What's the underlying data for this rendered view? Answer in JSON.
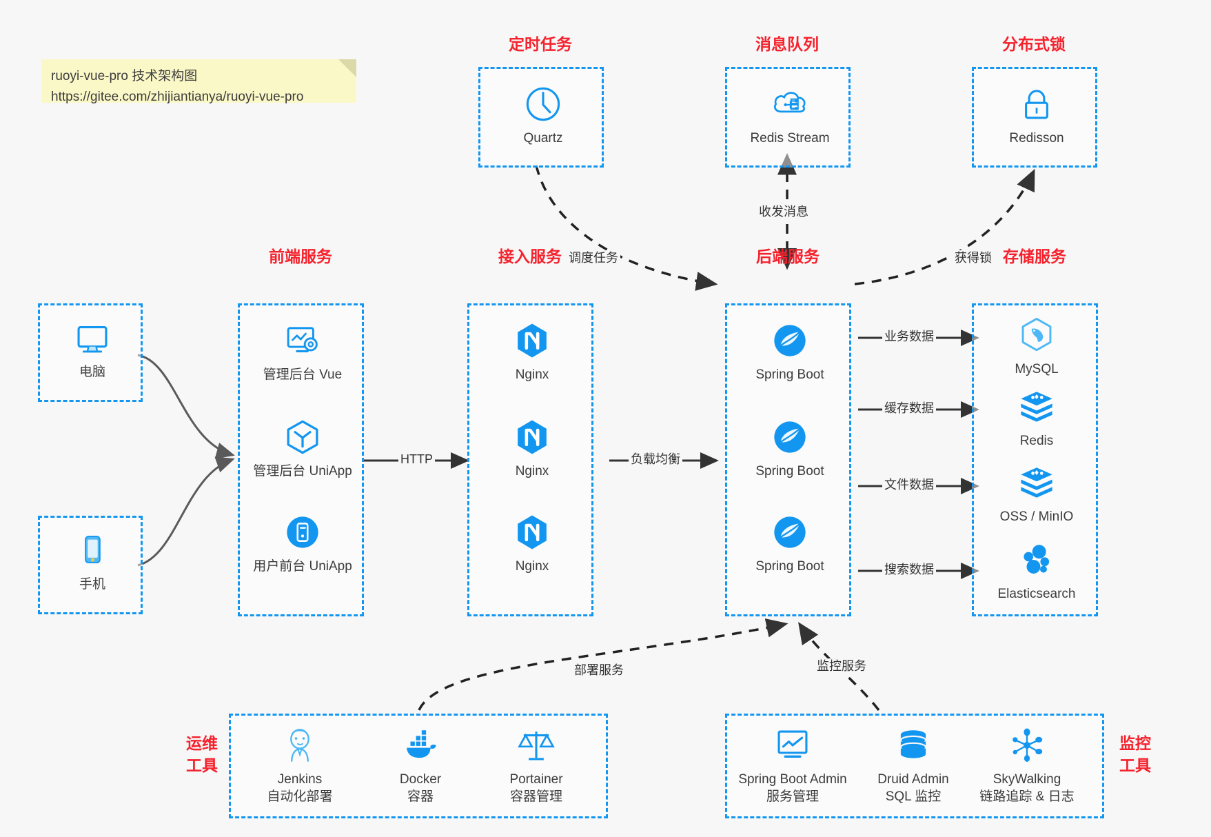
{
  "note": {
    "line1": "ruoyi-vue-pro 技术架构图",
    "line2": "https://gitee.com/zhijiantianya/ruoyi-vue-pro"
  },
  "colors": {
    "accent_blue": "#1296f0",
    "title_red": "#f5222d",
    "background": "#f7f7f7",
    "note_yellow": "#fbf8c8",
    "arrow_gray": "#333333",
    "connector_gray": "#666666"
  },
  "groups": {
    "scheduled_task": {
      "title": "定时任务",
      "nodes": [
        {
          "label": "Quartz",
          "icon": "clock-icon"
        }
      ]
    },
    "message_queue": {
      "title": "消息队列",
      "nodes": [
        {
          "label": "Redis Stream",
          "icon": "cloud-stream-icon"
        }
      ]
    },
    "distributed_lock": {
      "title": "分布式锁",
      "nodes": [
        {
          "label": "Redisson",
          "icon": "lock-icon"
        }
      ]
    },
    "client_pc": {
      "nodes": [
        {
          "label": "电脑",
          "icon": "desktop-monitor-icon"
        }
      ]
    },
    "client_mobile": {
      "nodes": [
        {
          "label": "手机",
          "icon": "smartphone-icon"
        }
      ]
    },
    "frontend": {
      "title": "前端服务",
      "nodes": [
        {
          "label": "管理后台 Vue",
          "icon": "dashboard-gear-icon"
        },
        {
          "label": "管理后台 UniApp",
          "icon": "hexagon-uniapp-icon"
        },
        {
          "label": "用户前台 UniApp",
          "icon": "circle-mobile-icon"
        }
      ]
    },
    "access": {
      "title": "接入服务",
      "nodes": [
        {
          "label": "Nginx",
          "icon": "nginx-icon"
        },
        {
          "label": "Nginx",
          "icon": "nginx-icon"
        },
        {
          "label": "Nginx",
          "icon": "nginx-icon"
        }
      ]
    },
    "backend": {
      "title": "后端服务",
      "nodes": [
        {
          "label": "Spring Boot",
          "icon": "spring-boot-icon"
        },
        {
          "label": "Spring Boot",
          "icon": "spring-boot-icon"
        },
        {
          "label": "Spring Boot",
          "icon": "spring-boot-icon"
        }
      ]
    },
    "storage": {
      "title": "存储服务",
      "nodes": [
        {
          "label": "MySQL",
          "icon": "mysql-dolphin-icon"
        },
        {
          "label": "Redis",
          "icon": "redis-stack-icon"
        },
        {
          "label": "OSS / MinIO",
          "icon": "redis-stack-icon"
        },
        {
          "label": "Elasticsearch",
          "icon": "elasticsearch-icon"
        }
      ]
    },
    "ops_tools": {
      "title_line1": "运维",
      "title_line2": "工具",
      "nodes": [
        {
          "label": "Jenkins",
          "sublabel": "自动化部署",
          "icon": "jenkins-butler-icon"
        },
        {
          "label": "Docker",
          "sublabel": "容器",
          "icon": "docker-whale-icon"
        },
        {
          "label": "Portainer",
          "sublabel": "容器管理",
          "icon": "scales-balance-icon"
        }
      ]
    },
    "monitor_tools": {
      "title_line1": "监控",
      "title_line2": "工具",
      "nodes": [
        {
          "label": "Spring Boot Admin",
          "sublabel": "服务管理",
          "icon": "monitor-chart-icon"
        },
        {
          "label": "Druid Admin",
          "sublabel": "SQL 监控",
          "icon": "database-cylinder-icon"
        },
        {
          "label": "SkyWalking",
          "sublabel": "链路追踪 & 日志",
          "icon": "network-nodes-icon"
        }
      ]
    }
  },
  "edges": [
    {
      "label": "调度任务",
      "from": "scheduled_task",
      "to": "backend",
      "style": "dashed"
    },
    {
      "label": "收发消息",
      "from": "message_queue",
      "to": "backend",
      "style": "dashed-bidirectional"
    },
    {
      "label": "获得锁",
      "from": "backend",
      "to": "distributed_lock",
      "style": "dashed"
    },
    {
      "label": "HTTP",
      "from": "frontend",
      "to": "access",
      "style": "solid"
    },
    {
      "label": "负载均衡",
      "from": "access",
      "to": "backend",
      "style": "solid"
    },
    {
      "label": "业务数据",
      "from": "backend",
      "to": "storage",
      "style": "solid"
    },
    {
      "label": "缓存数据",
      "from": "backend",
      "to": "storage",
      "style": "solid"
    },
    {
      "label": "文件数据",
      "from": "backend",
      "to": "storage",
      "style": "solid"
    },
    {
      "label": "搜索数据",
      "from": "backend",
      "to": "storage",
      "style": "solid"
    },
    {
      "label": "部署服务",
      "from": "ops_tools",
      "to": "backend",
      "style": "dashed"
    },
    {
      "label": "监控服务",
      "from": "monitor_tools",
      "to": "backend",
      "style": "dashed"
    }
  ]
}
